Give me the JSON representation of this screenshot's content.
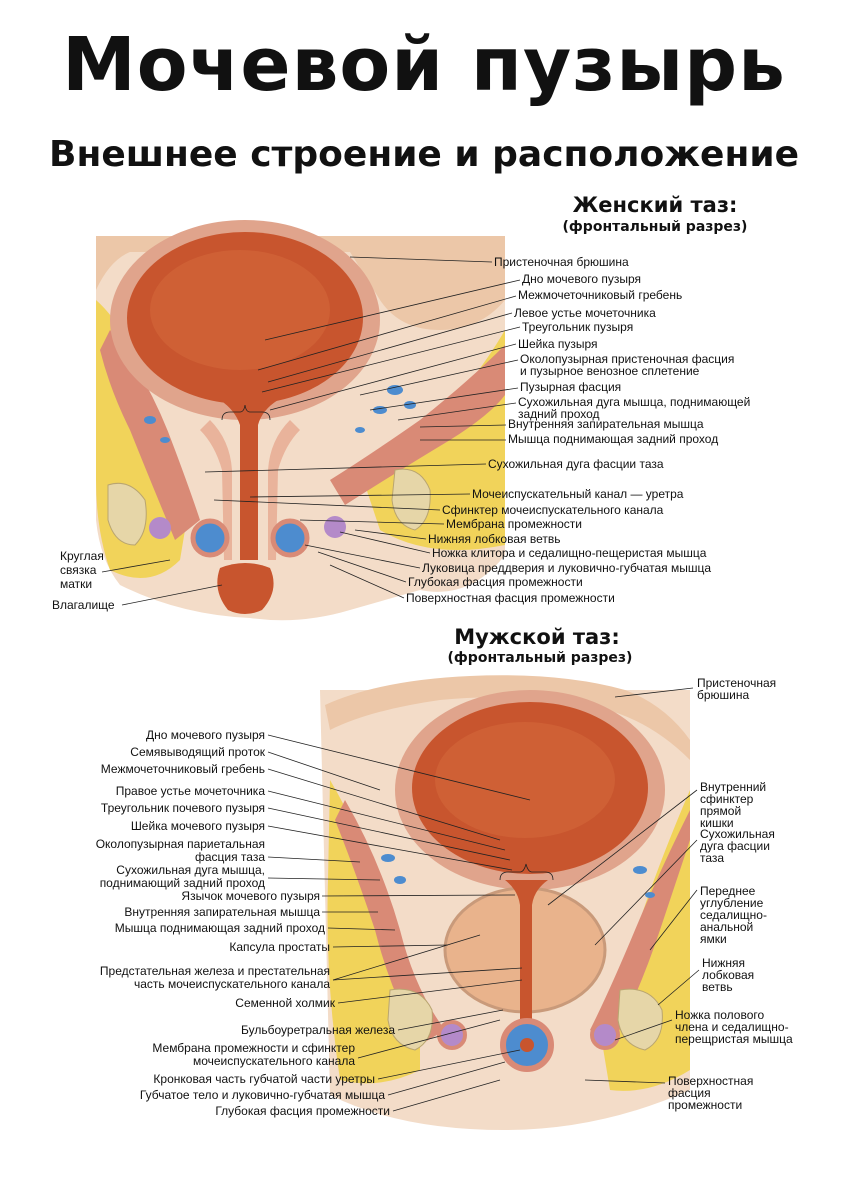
{
  "title": "Мочевой пузырь",
  "subtitle": "Внешнее строение и расположение",
  "female": {
    "title": "Женский таз:",
    "subtitle": "(фронтальный разрез)",
    "labels": {
      "l1": "Пристеночная брюшина",
      "l2": "Дно мочевого пузыря",
      "l3": "Межмочеточниковый гребень",
      "l4": "Левое устье мочеточника",
      "l5": "Треугольник пузыря",
      "l6": "Шейка пузыря",
      "l7a": "Околопузырная пристеночная фасция",
      "l7b": "и пузырное венозное сплетение",
      "l8": "Пузырная фасция",
      "l9a": "Сухожильная дуга мышца, поднимающей",
      "l9b": "задний проход",
      "l10": "Внутренняя запирательная мышца",
      "l11": "Мышца поднимающая задний проход",
      "l12": "Сухожильная дуга фасции таза",
      "l13": "Мочеиспускательный канал — уретра",
      "l14": "Сфинктер мочеиспускательного канала",
      "l15": "Мембрана промежности",
      "l16": "Нижняя лобковая ветвь",
      "l17": "Ножка клитора и седалищно-пещеристая мышца",
      "l18": "Луковица преддверия и луковично-губчатая мышца",
      "l19": "Глубокая фасция промежности",
      "l20": "Поверхностная фасция промежности",
      "left1a": "Круглая",
      "left1b": "связка",
      "left1c": "матки",
      "left2": "Влагалище"
    }
  },
  "male": {
    "title": "Мужской таз:",
    "subtitle": "(фронтальный разрез)",
    "left": {
      "m1": "Дно мочевого пузыря",
      "m2": "Семявыводящий проток",
      "m3": "Межмочеточниковый гребень",
      "m4": "Правое устье мочеточника",
      "m5": "Треугольник почевого пузыря",
      "m6": "Шейка мочевого пузыря",
      "m7a": "Околопузырная париетальная",
      "m7b": "фасция таза",
      "m8a": "Сухожильная дуга мышца,",
      "m8b": "поднимающий задний проход",
      "m9": "Язычок мочевого пузыря",
      "m10": "Внутренняя запирательная мышца",
      "m11": "Мышца поднимающая задний проход",
      "m12": "Капсула простаты",
      "m13a": "Предстательная железа и престательная",
      "m13b": "часть мочеиспускательного канала",
      "m14": "Семенной холмик",
      "m15": "Бульбоуретральная железа",
      "m16a": "Мембрана промежности и сфинктер",
      "m16b": "мочеиспускательного канала",
      "m17": "Кронковая часть губчатой части уретры",
      "m18": "Губчатое тело и луковично-губчатая мышца",
      "m19": "Глубокая фасция промежности"
    },
    "right": {
      "r1a": "Пристеночная",
      "r1b": "брюшина",
      "r2a": "Внутренний",
      "r2b": "сфинктер",
      "r2c": "прямой",
      "r2d": "кишки",
      "r3a": "Сухожильная",
      "r3b": "дуга фасции",
      "r3c": "таза",
      "r4a": "Переднее",
      "r4b": "углубление",
      "r4c": "седалищно-",
      "r4d": "анальной",
      "r4e": "ямки",
      "r5a": "Нижняя",
      "r5b": "лобковая",
      "r5c": "ветвь",
      "r6a": "Ножка полового",
      "r6b": "члена и седалищно-",
      "r6c": "перещристая мышца",
      "r7a": "Поверхностная",
      "r7b": "фасция",
      "r7c": "промежности"
    }
  },
  "colors": {
    "bladder": "#c8552e",
    "bladder_inner": "#d9774c",
    "muscle": "#d9897a",
    "fat": "#f1d35a",
    "tissue": "#f3d9c4",
    "vein": "#4d8ccf",
    "bone": "#e6d6a8",
    "purple": "#b48ac9"
  }
}
